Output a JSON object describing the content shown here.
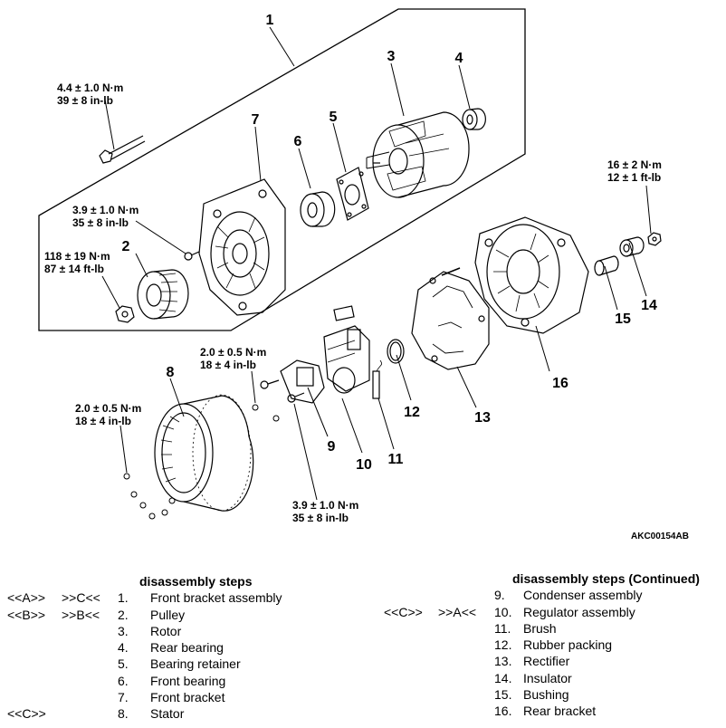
{
  "figure": {
    "code": "AKC00154AB",
    "callouts": [
      "1",
      "2",
      "3",
      "4",
      "5",
      "6",
      "7",
      "8",
      "9",
      "10",
      "11",
      "12",
      "13",
      "14",
      "15",
      "16"
    ],
    "torques": [
      [
        "4.4 ± 1.0 N·m",
        "39 ± 8 in-lb"
      ],
      [
        "3.9 ± 1.0 N·m",
        "35 ± 8 in-lb"
      ],
      [
        "118 ± 19 N·m",
        "87 ± 14 ft-lb"
      ],
      [
        "16 ± 2 N·m",
        "12 ± 1 ft-lb"
      ],
      [
        "2.0 ± 0.5 N·m",
        "18 ± 4 in-lb"
      ],
      [
        "2.0 ± 0.5 N·m",
        "18 ± 4 in-lb"
      ],
      [
        "3.9 ± 1.0 N·m",
        "35 ± 8 in-lb"
      ]
    ]
  },
  "steps_left": {
    "title": "disassembly steps",
    "rows": [
      {
        "a": "<<A>>",
        "b": ">>C<<",
        "num": "1.",
        "label": "Front bracket assembly"
      },
      {
        "a": "<<B>>",
        "b": ">>B<<",
        "num": "2.",
        "label": "Pulley"
      },
      {
        "a": "",
        "b": "",
        "num": "3.",
        "label": "Rotor"
      },
      {
        "a": "",
        "b": "",
        "num": "4.",
        "label": "Rear bearing"
      },
      {
        "a": "",
        "b": "",
        "num": "5.",
        "label": "Bearing retainer"
      },
      {
        "a": "",
        "b": "",
        "num": "6.",
        "label": "Front bearing"
      },
      {
        "a": "",
        "b": "",
        "num": "7.",
        "label": "Front bracket"
      },
      {
        "a": "<<C>>",
        "b": "",
        "num": "8.",
        "label": "Stator"
      }
    ]
  },
  "steps_right": {
    "title": "disassembly steps (Continued)",
    "rows": [
      {
        "a": "",
        "b": "",
        "num": "9.",
        "label": "Condenser assembly"
      },
      {
        "a": "<<C>>",
        "b": ">>A<<",
        "num": "10.",
        "label": "Regulator assembly"
      },
      {
        "a": "",
        "b": "",
        "num": "11.",
        "label": "Brush"
      },
      {
        "a": "",
        "b": "",
        "num": "12.",
        "label": "Rubber packing"
      },
      {
        "a": "",
        "b": "",
        "num": "13.",
        "label": "Rectifier"
      },
      {
        "a": "",
        "b": "",
        "num": "14.",
        "label": "Insulator"
      },
      {
        "a": "",
        "b": "",
        "num": "15.",
        "label": "Bushing"
      },
      {
        "a": "",
        "b": "",
        "num": "16.",
        "label": "Rear bracket"
      }
    ]
  }
}
